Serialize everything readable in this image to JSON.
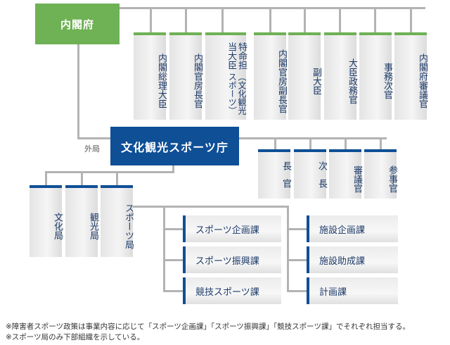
{
  "cabinet_office": {
    "label": "内閣府",
    "items": [
      "内閣総理大臣",
      "内閣官房長官",
      "特命担当大臣",
      "内閣官房副長官",
      "副大臣",
      "大臣政務官",
      "事務次官",
      "内閣府審議官"
    ],
    "special_sub": "（文化観光スポーツ）"
  },
  "external_label": "外局",
  "agency": {
    "label": "文化観光スポーツ庁",
    "officials": [
      "長官",
      "次長",
      "審議官",
      "参事官"
    ]
  },
  "bureaus": [
    "文化局",
    "観光局",
    "スポーツ局"
  ],
  "sports_divisions_left": [
    "スポーツ企画課",
    "スポーツ振興課",
    "競技スポーツ課"
  ],
  "sports_divisions_right": [
    "施設企画課",
    "施設助成課",
    "計画課"
  ],
  "notes": [
    "※障害者スポーツ政策は事業内容に応じて「スポーツ企画課」「スポーツ振興課」「競技スポーツ課」でそれぞれ担当する。",
    "※スポーツ局のみ下部組織を示している。"
  ]
}
